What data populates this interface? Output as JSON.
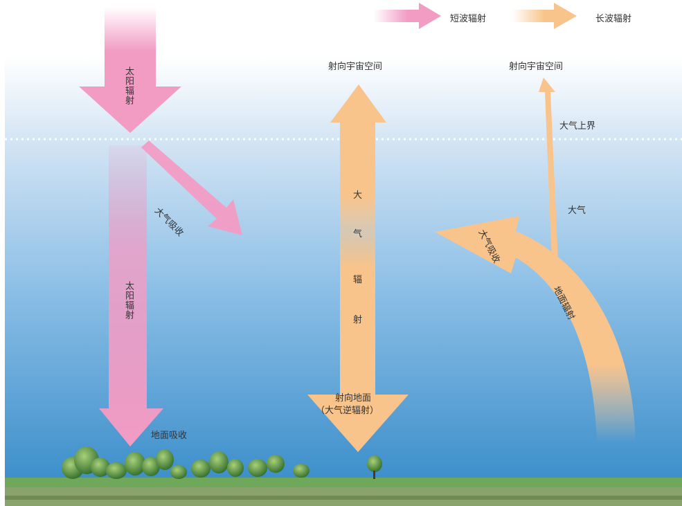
{
  "legend": {
    "shortwave": "短波辐射",
    "longwave": "长波辐射"
  },
  "labels": {
    "solar_top": "太阳辐射",
    "solar_bottom": "太阳辐射",
    "atmos_absorb_left": "大气吸收",
    "ground_absorb": "地面吸收",
    "space_center": "射向宇宙空间",
    "space_right": "射向宇宙空间",
    "atmos_top_boundary": "大气上界",
    "atmos_radiation_chars": [
      "大",
      "气",
      "辐",
      "射"
    ],
    "toward_ground_line1": "射向地面",
    "toward_ground_line2": "（大气逆辐射）",
    "atmosphere": "大气",
    "atmos_absorb_right": "大气吸收",
    "ground_radiation": "地面辐射"
  },
  "colors": {
    "shortwave_pink": "#f29cc4",
    "longwave_orange": "#f9c48b",
    "sky_top": "#ffffff",
    "sky_bottom": "#3d8fcb",
    "ground_green": "#6fa85a"
  }
}
